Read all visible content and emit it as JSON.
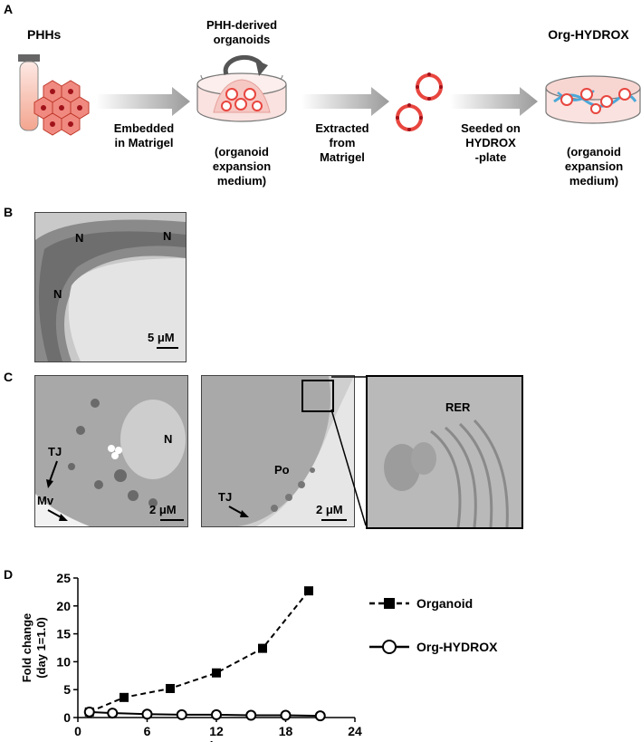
{
  "panels": {
    "a": "A",
    "b": "B",
    "c": "C",
    "d": "D"
  },
  "schematic": {
    "phhs": "PHHs",
    "organoid_title_1": "PHH-derived",
    "organoid_title_2": "organoids",
    "org_hydrox_title": "Org-HYDROX",
    "step1_1": "Embedded",
    "step1_2": "in Matrigel",
    "medium1_1": "(organoid",
    "medium1_2": "expansion",
    "medium1_3": "medium)",
    "step2_1": "Extracted",
    "step2_2": "from",
    "step2_3": "Matrigel",
    "step3_1": "Seeded on",
    "step3_2": "HYDROX",
    "step3_3": "-plate",
    "medium2_1": "(organoid",
    "medium2_2": "expansion",
    "medium2_3": "medium)"
  },
  "micrographs": {
    "b_n1": "N",
    "b_n2": "N",
    "b_n3": "N",
    "b_scale": "5 μM",
    "c1_tj": "TJ",
    "c1_n": "N",
    "c1_mv": "Mv",
    "c1_scale": "2 μM",
    "c2_po": "Po",
    "c2_tj": "TJ",
    "c2_scale": "2 μM",
    "c3_rer": "RER"
  },
  "chart_data": {
    "type": "line",
    "xlabel": "day",
    "ylabel_1": "Fold change",
    "ylabel_2": "(day 1=1.0)",
    "xlim": [
      0,
      24
    ],
    "ylim": [
      0,
      25
    ],
    "xticks": [
      0,
      6,
      12,
      18,
      24
    ],
    "yticks": [
      0,
      5,
      10,
      15,
      20,
      25
    ],
    "grid": false,
    "legend_position": "right",
    "series": [
      {
        "name": "Organoid",
        "marker": "square-filled",
        "line": "dashed",
        "x": [
          1,
          4,
          8,
          12,
          16,
          20
        ],
        "y": [
          1.0,
          3.6,
          5.2,
          8.0,
          12.4,
          22.7
        ]
      },
      {
        "name": "Org-HYDROX",
        "marker": "circle-open",
        "line": "solid",
        "x": [
          1,
          3,
          6,
          9,
          12,
          15,
          18,
          21
        ],
        "y": [
          1.0,
          0.8,
          0.6,
          0.5,
          0.5,
          0.4,
          0.4,
          0.3
        ]
      }
    ]
  },
  "colors": {
    "arrow": "#a6a6a6",
    "cell": "#e8463f",
    "gel": "#f6c8c4",
    "hydrox": "#4aa8d8",
    "micrograph": "#cfcfcf"
  }
}
